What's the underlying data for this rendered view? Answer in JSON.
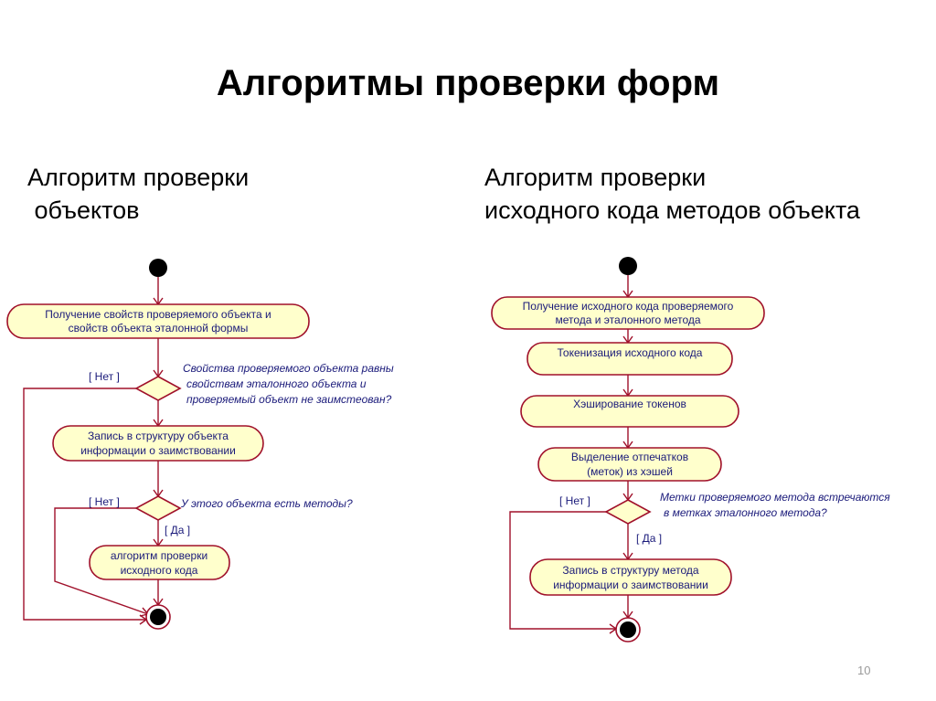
{
  "slide": {
    "title": "Алгоритмы проверки форм",
    "subtitle_left": "Алгоритм проверки\n объектов",
    "subtitle_right": "Алгоритм проверки\nисходного кода методов объекта",
    "page_number": "10"
  },
  "diagram_left": {
    "activity_properties": [
      "Получение свойств проверяемого объекта и",
      "свойств объекта эталонной формы"
    ],
    "decision_equal": [
      "Свойства проверяемого объекта равны",
      "свойствам эталонного объекта и",
      "проверяемый объект не заимстеован?"
    ],
    "guard_no_1": "[ Нет ]",
    "activity_record": [
      "Запись в структуру объекта",
      "информации о заимствовании"
    ],
    "decision_methods": "У этого объекта есть методы?",
    "guard_no_2": "[ Нет ]",
    "guard_yes": "[ Да ]",
    "activity_code_check": [
      "алгоритм проверки",
      "исходного кода"
    ]
  },
  "diagram_right": {
    "activity_get_code": [
      "Получение исходного кода проверяемого",
      "метода и эталонного метода"
    ],
    "activity_tokenize": "Токенизация исходного кода",
    "activity_hash": "Хэширование токенов",
    "activity_fingerprints": [
      "Выделение отпечатков",
      "(меток) из хэшей"
    ],
    "decision_marks": [
      "Метки проверяемого метода встречаются",
      "в метках эталонного метода?"
    ],
    "guard_no": "[ Нет ]",
    "guard_yes": "[ Да ]",
    "activity_record": [
      "Запись в структуру метода",
      "информации о заимствовании"
    ]
  }
}
